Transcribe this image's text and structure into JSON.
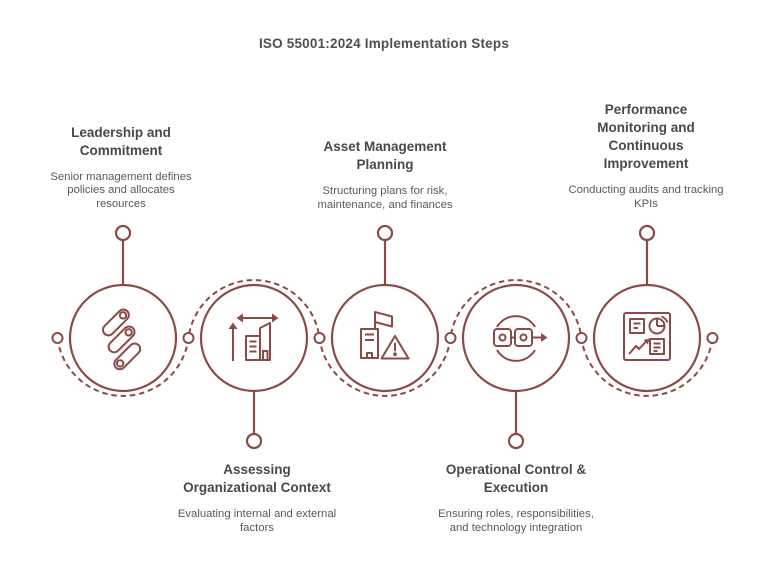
{
  "title": "ISO 55001:2024 Implementation Steps",
  "colors": {
    "accent": "#8c4a46",
    "heading_text": "#494949",
    "body_text": "#595959",
    "title_text": "#4f4f4f",
    "background": "#ffffff"
  },
  "steps": [
    {
      "id": 1,
      "label_position": "top",
      "icon": "leadership-capsules-icon",
      "heading_lines": [
        "Leadership and",
        "Commitment"
      ],
      "description_lines": [
        "Senior management defines",
        "policies and allocates",
        "resources"
      ]
    },
    {
      "id": 2,
      "label_position": "bottom",
      "icon": "context-arrows-building-icon",
      "heading_lines": [
        "Assessing",
        "Organizational Context"
      ],
      "description_lines": [
        "Evaluating internal and external",
        "factors"
      ]
    },
    {
      "id": 3,
      "label_position": "top",
      "icon": "planning-building-warning-icon",
      "heading_lines": [
        "Asset Management",
        "Planning"
      ],
      "description_lines": [
        "Structuring plans for risk,",
        "maintenance, and finances"
      ]
    },
    {
      "id": 4,
      "label_position": "bottom",
      "icon": "operations-cycle-icon",
      "heading_lines": [
        "Operational Control &",
        "Execution"
      ],
      "description_lines": [
        "Ensuring roles, responsibilities,",
        "and technology integration"
      ]
    },
    {
      "id": 5,
      "label_position": "top",
      "icon": "monitoring-dashboard-icon",
      "heading_lines": [
        "Performance",
        "Monitoring and",
        "Continuous",
        "Improvement"
      ],
      "description_lines": [
        "Conducting audits and tracking",
        "KPIs"
      ]
    }
  ]
}
